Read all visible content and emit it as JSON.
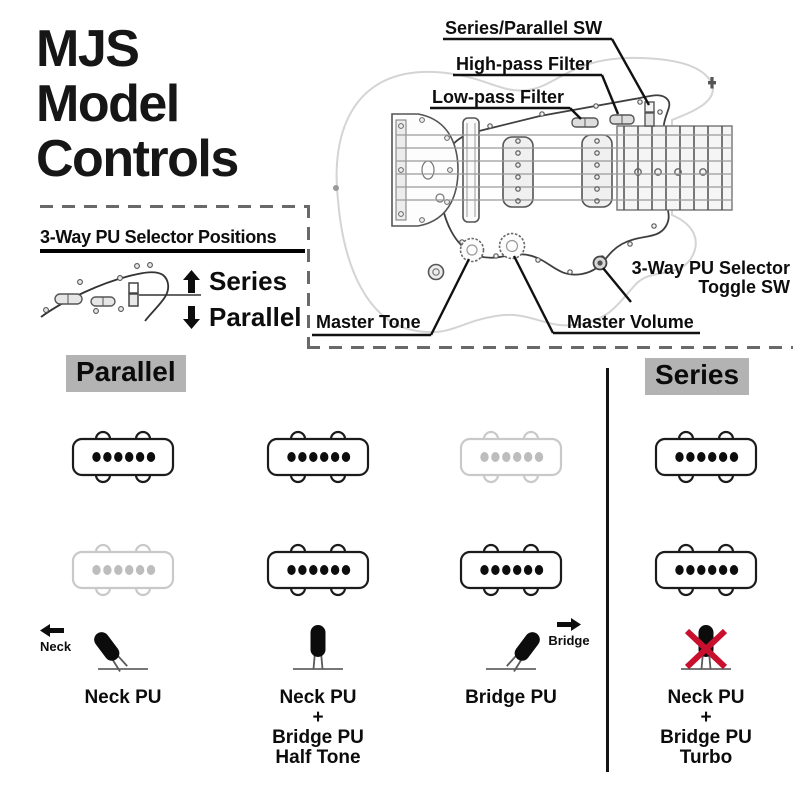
{
  "title": {
    "line1": "MJS",
    "line2": "Model",
    "line3": "Controls"
  },
  "guitar_annotations": {
    "series_parallel_sw": "Series/Parallel SW",
    "high_pass_filter": "High-pass Filter",
    "low_pass_filter": "Low-pass Filter",
    "selector_toggle_line1": "3-Way PU Selector",
    "selector_toggle_line2": "Toggle SW",
    "master_tone": "Master Tone",
    "master_volume": "Master Volume"
  },
  "selector_positions": {
    "heading": "3-Way PU Selector Positions",
    "up_label": "Series",
    "down_label": "Parallel",
    "up_icon": "up-arrow-icon",
    "down_icon": "down-arrow-icon"
  },
  "sections": {
    "parallel_header": "Parallel",
    "series_header": "Series"
  },
  "columns": [
    {
      "label_lines": [
        "Neck PU"
      ],
      "neck_pickup": "active",
      "bridge_pickup": "inactive",
      "toggle": {
        "direction": "left",
        "crossed": false
      },
      "direction_label": "Neck",
      "direction_icon": "left-arrow-icon"
    },
    {
      "label_lines": [
        "Neck PU",
        "+",
        "Bridge PU",
        "Half Tone"
      ],
      "neck_pickup": "active",
      "bridge_pickup": "active",
      "toggle": {
        "direction": "up",
        "crossed": false
      }
    },
    {
      "label_lines": [
        "Bridge PU"
      ],
      "neck_pickup": "inactive",
      "bridge_pickup": "active",
      "toggle": {
        "direction": "right",
        "crossed": false
      },
      "direction_label": "Bridge",
      "direction_icon": "right-arrow-icon"
    },
    {
      "label_lines": [
        "Neck PU",
        "+",
        "Bridge PU",
        "Turbo"
      ],
      "neck_pickup": "active",
      "bridge_pickup": "active",
      "toggle": {
        "direction": "up",
        "crossed": true
      }
    }
  ],
  "colors": {
    "header_bg": "#b3b3b3",
    "active_pickup": "#1b1b1b",
    "inactive_pickup": "#c9c9c9",
    "red_x": "#c8102e",
    "dashed_divider": "#696969"
  }
}
